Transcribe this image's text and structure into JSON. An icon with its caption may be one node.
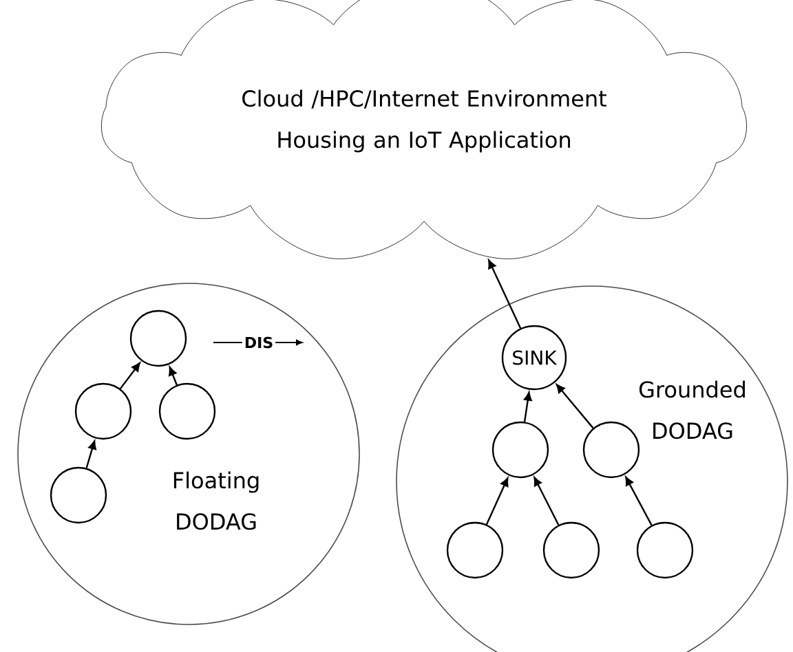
{
  "diagram": {
    "nodes": [
      {
        "text": [
          "Cloud /HPC/Internet Environment Housing an IoT Application"
        ]
      },
      {
        "text": [
          "Floating DODAG"
        ]
      },
      {
        "text": [],
        "shape": "circle",
        "in": 1
      },
      {
        "text": [],
        "shape": "circle",
        "in": 1
      },
      {
        "text": [],
        "shape": "circle",
        "in": 1
      },
      {
        "text": [],
        "shape": "circle",
        "in": 1
      },
      {
        "text": [
          "Grounded DODAG"
        ]
      },
      {
        "text": [
          "SINK"
        ],
        "in": 6
      },
      {
        "text": [],
        "shape": "circle",
        "in": 6
      },
      {
        "text": [],
        "shape": "circle",
        "in": 6
      },
      {
        "text": [],
        "shape": "circle",
        "in": 6
      },
      {
        "text": [],
        "shape": "circle",
        "in": 6
      },
      {
        "text": [],
        "shape": "circle",
        "in": 6
      }
    ],
    "edges": [
      {
        "from": 3,
        "to": 2,
        "arrow": "to"
      },
      {
        "from": 4,
        "to": 2,
        "arrow": "to"
      },
      {
        "from": 5,
        "to": 3,
        "arrow": "to"
      },
      {
        "from": 7,
        "to": 0,
        "arrow": "to"
      },
      {
        "from": 8,
        "to": 7,
        "arrow": "to"
      },
      {
        "from": 9,
        "to": 7,
        "arrow": "to"
      },
      {
        "from": 10,
        "to": 8,
        "arrow": "to"
      },
      {
        "from": 11,
        "to": 8,
        "arrow": "to"
      },
      {
        "from": 12,
        "to": 9,
        "arrow": "to"
      }
    ],
    "labels": [
      "DIS"
    ]
  }
}
